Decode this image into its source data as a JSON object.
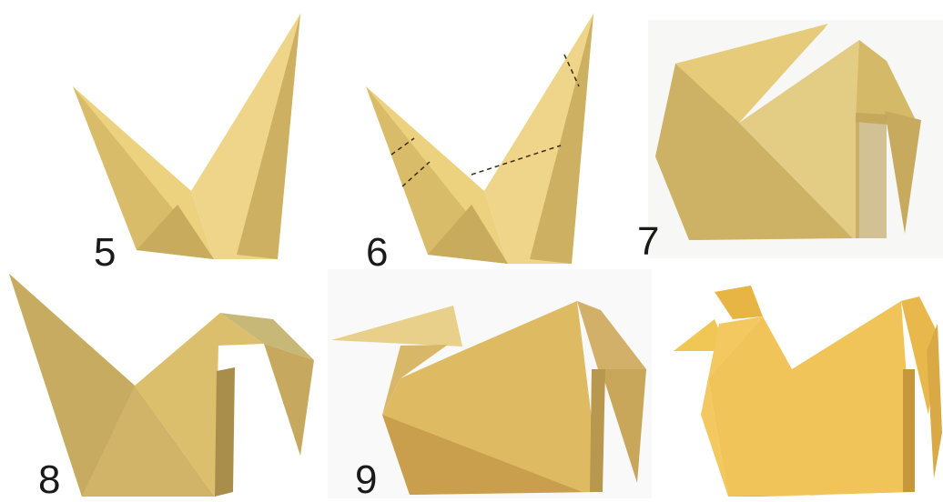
{
  "steps": [
    {
      "number": "5"
    },
    {
      "number": "6"
    },
    {
      "number": "7"
    },
    {
      "number": "8"
    },
    {
      "number": "9"
    }
  ],
  "colors": {
    "paper_light": "#efd58a",
    "paper_mid": "#e3c16a",
    "paper_dark": "#cfae5c",
    "paper_shadow": "#bfa258",
    "paper_greenish": "#c8b877",
    "paper_orange": "#f1c45a",
    "fold_line": "#3a2a10"
  }
}
